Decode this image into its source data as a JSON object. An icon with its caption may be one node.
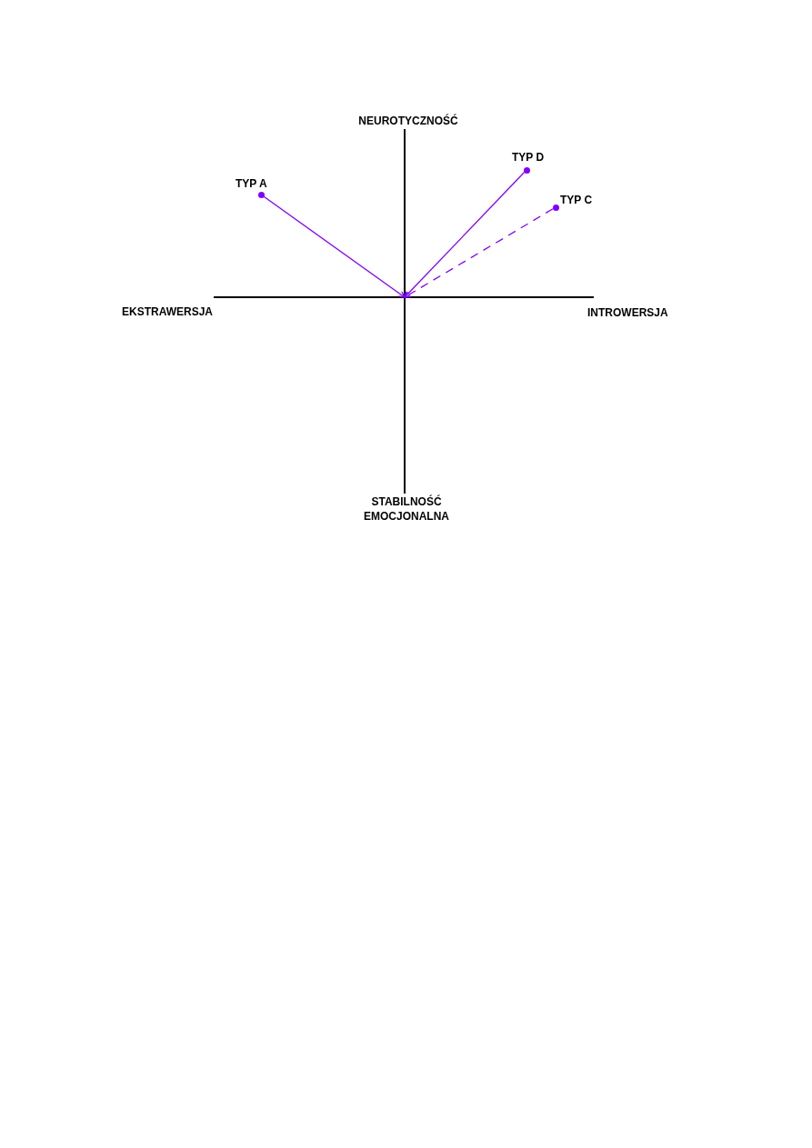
{
  "diagram": {
    "nodes": [
      {
        "text": [
          "TYP D"
        ]
      },
      {
        "text": [
          "TYP A"
        ]
      },
      {
        "text": [
          "TYP C"
        ]
      }
    ],
    "edges": [
      {
        "from": 0,
        "to": null,
        "arrow": "to"
      },
      {
        "from": 1,
        "to": null,
        "arrow": "to"
      },
      {
        "from": 2,
        "to": null,
        "arrow": "to",
        "style": "dashed"
      }
    ],
    "labels": [
      "NEUROTYCZNOŚĆ",
      "EKSTRAWERSJA",
      "INTROWERSJA",
      "STABILNOŚĆ EMOCJONALNA"
    ]
  }
}
